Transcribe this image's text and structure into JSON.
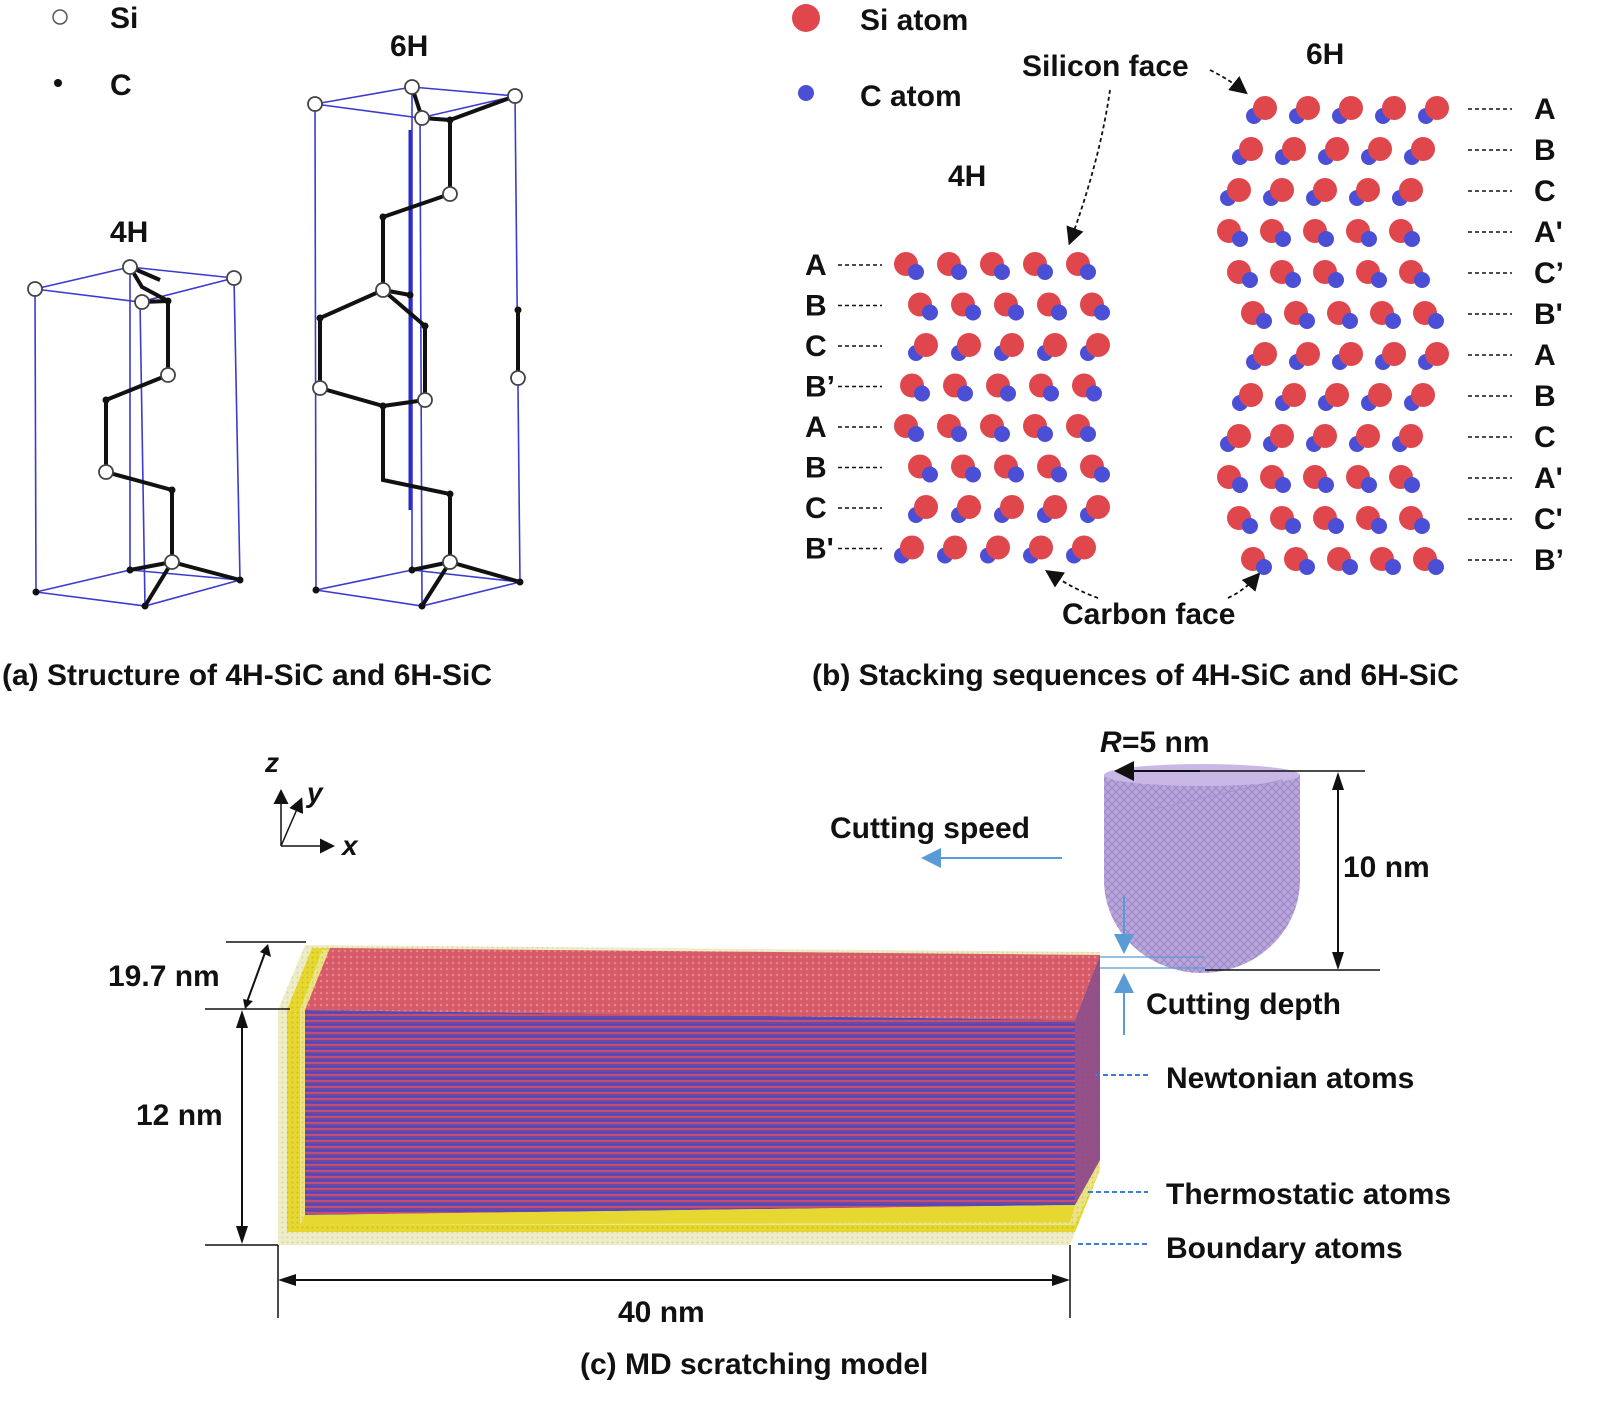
{
  "panel_a": {
    "legend_si": "Si",
    "legend_c": "C",
    "label_4h": "4H",
    "label_6h": "6H",
    "caption": "(a) Structure of 4H-SiC and 6H-SiC"
  },
  "panel_b": {
    "legend_si": "Si atom",
    "legend_c": "C atom",
    "label_4h": "4H",
    "label_6h": "6H",
    "silicon_face": "Silicon face",
    "carbon_face": "Carbon face",
    "layers_4h": [
      "A",
      "B",
      "C",
      "B’",
      "A",
      "B",
      "C",
      "B'"
    ],
    "layers_6h": [
      "A",
      "B",
      "C",
      "A'",
      "C’",
      "B'",
      "A",
      "B",
      "C",
      "A'",
      "C'",
      "B’"
    ],
    "caption": "(b) Stacking sequences of 4H-SiC and 6H-SiC",
    "colors": {
      "si": "#e0474c",
      "c": "#4b4fd6"
    }
  },
  "panel_c": {
    "axis_z": "z",
    "axis_y": "y",
    "axis_x": "x",
    "radius_r": "R",
    "radius_value": "=5 nm",
    "tool_height": "10 nm",
    "cutting_speed": "Cutting speed",
    "cutting_depth": "Cutting depth",
    "dim_width": "19.7 nm",
    "dim_height": "12 nm",
    "dim_length": "40 nm",
    "newtonian": "Newtonian atoms",
    "thermostatic": "Thermostatic atoms",
    "boundary": "Boundary atoms",
    "caption": "(c) MD scratching model",
    "colors": {
      "top": "#d95a6a",
      "front": "#6a4aa6",
      "thermo": "#e8dc2a",
      "boundary": "#efeecb",
      "tool": "#b8a4d8",
      "arrow": "#5b9bd5"
    }
  }
}
